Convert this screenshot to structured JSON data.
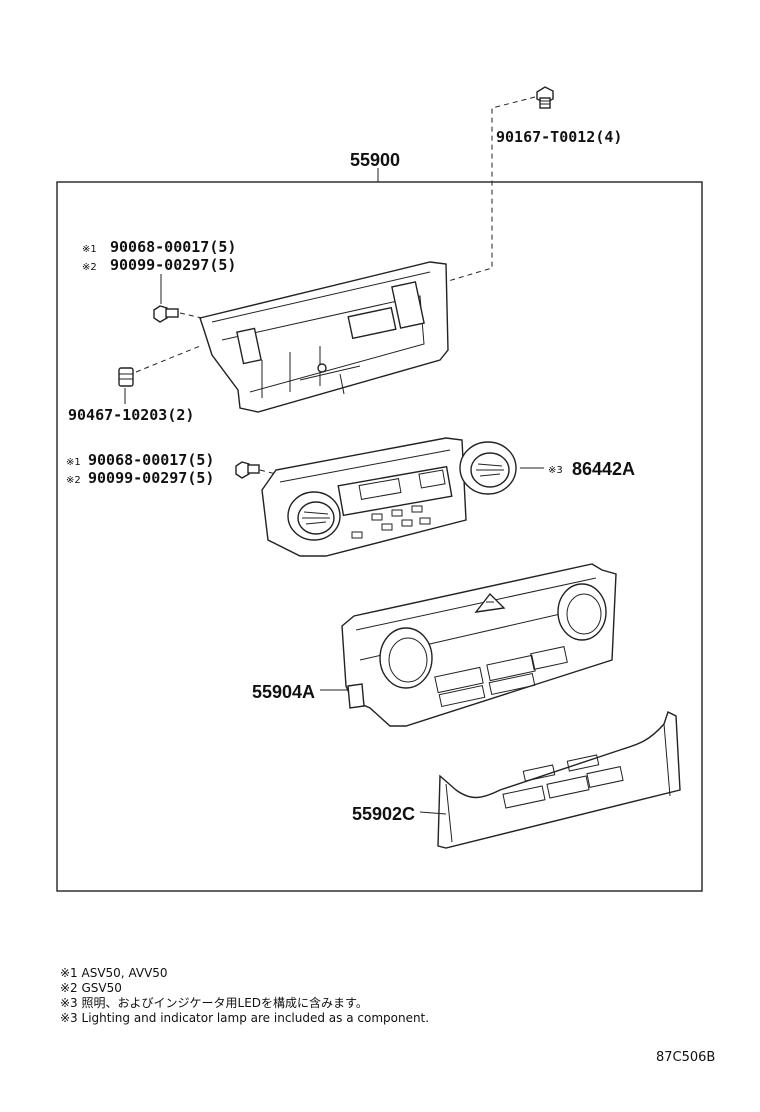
{
  "labels": {
    "assembly": "55900",
    "bolt_top": "90167-T0012(4)",
    "screw_a1_mark": "※1",
    "screw_a1": "90068-00017(5)",
    "screw_a2_mark": "※2",
    "screw_a2": "90099-00297(5)",
    "bulb": "90467-10203(2)",
    "screw_b1_mark": "※1",
    "screw_b1": "90068-00017(5)",
    "screw_b2_mark": "※2",
    "screw_b2": "90099-00297(5)",
    "knob_mark": "※3",
    "knob": "86442A",
    "panel": "55904A",
    "cover": "55902C"
  },
  "notes": [
    "※1  ASV50, AVV50",
    "※2  GSV50",
    "※3 照明、およびインジケータ用LEDを構成に含みます。",
    "※3 Lighting and indicator lamp are included as a component."
  ],
  "diagram_code": "87C506B"
}
